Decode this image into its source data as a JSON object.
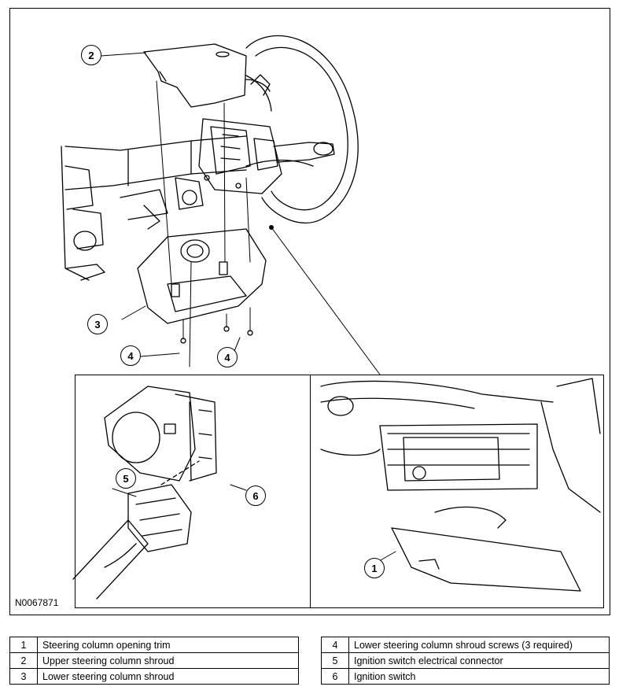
{
  "figure": {
    "id_code": "N0067871",
    "callouts": {
      "c1": "1",
      "c2": "2",
      "c3": "3",
      "c4a": "4",
      "c4b": "4",
      "c5": "5",
      "c6": "6"
    }
  },
  "legend_left": [
    {
      "num": "1",
      "text": "Steering column opening trim"
    },
    {
      "num": "2",
      "text": "Upper steering column shroud"
    },
    {
      "num": "3",
      "text": "Lower steering column shroud"
    }
  ],
  "legend_right": [
    {
      "num": "4",
      "text": "Lower steering column shroud screws (3 required)"
    },
    {
      "num": "5",
      "text": "Ignition switch electrical connector"
    },
    {
      "num": "6",
      "text": "Ignition switch"
    }
  ]
}
